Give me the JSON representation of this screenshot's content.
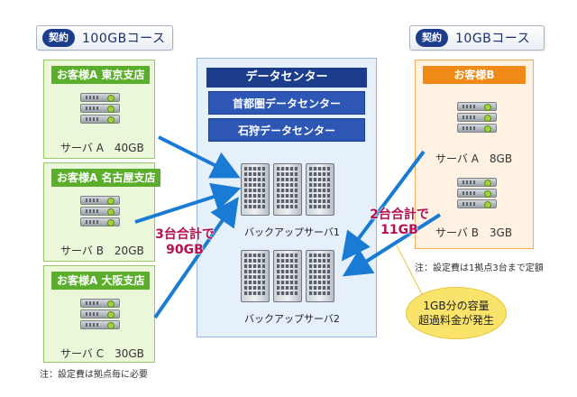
{
  "courses": {
    "left": {
      "tag": "契約",
      "label": "100GBコース"
    },
    "right": {
      "tag": "契約",
      "label": "10GBコース"
    }
  },
  "customers": {
    "tokyo": {
      "name": "お客様A 東京支店",
      "server": "サーバ A　40GB"
    },
    "nagoya": {
      "name": "お客様A 名古屋支店",
      "server": "サーバ B　20GB"
    },
    "osaka": {
      "name": "お客様A 大阪支店",
      "server": "サーバ C　30GB"
    },
    "b": {
      "name": "お客様B",
      "serverA": "サーバ A　8GB",
      "serverB": "サーバ B　3GB"
    }
  },
  "datacenter": {
    "title": "データセンター",
    "centers": [
      "首都圏データセンター",
      "石狩データセンター"
    ],
    "backup1": "バックアップサーバ1",
    "backup2": "バックアップサーバ2"
  },
  "annotations": {
    "total_left_line1": "3台合計で",
    "total_left_line2": "90GB",
    "total_right_line1": "2台合計で",
    "total_right_line2": "11GB",
    "note_left": "注：設定費は拠点毎に必要",
    "note_right": "注：設定費は1拠点3台まで定額",
    "overage_line1": "1GB分の容量",
    "overage_line2": "超過料金が発生"
  },
  "colors": {
    "navy": "#1c3d8c",
    "green": "#5aae2b",
    "orange": "#f08a16",
    "arrow": "#1a7bd4",
    "highlight": "#b3124e",
    "bubble": "#f9e36a"
  }
}
